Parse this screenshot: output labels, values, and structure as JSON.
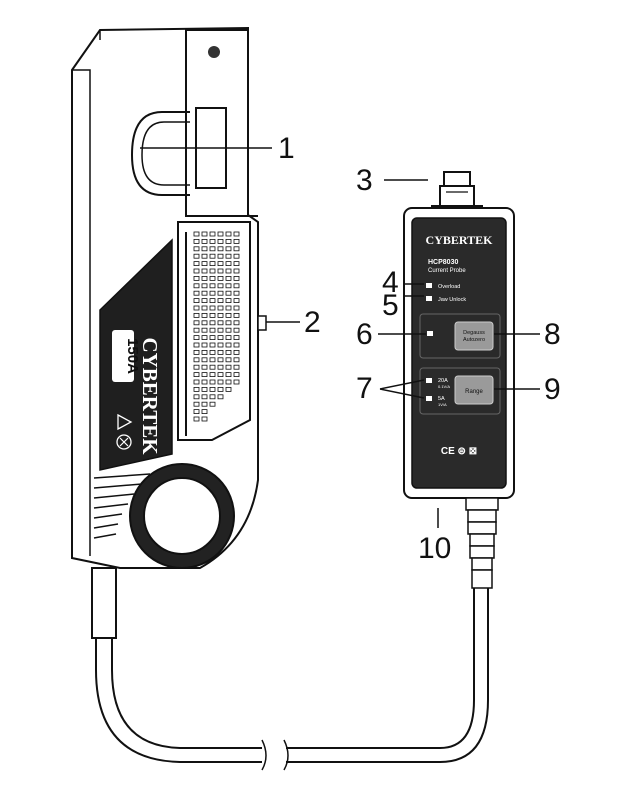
{
  "callouts": [
    {
      "id": "1",
      "label": "1"
    },
    {
      "id": "2",
      "label": "2"
    },
    {
      "id": "3",
      "label": "3"
    },
    {
      "id": "4",
      "label": "4"
    },
    {
      "id": "5",
      "label": "5"
    },
    {
      "id": "6",
      "label": "6"
    },
    {
      "id": "7",
      "label": "7"
    },
    {
      "id": "8",
      "label": "8"
    },
    {
      "id": "9",
      "label": "9"
    },
    {
      "id": "10",
      "label": "10"
    }
  ],
  "clamp": {
    "brand": "CYBERTEK",
    "rating": "150A",
    "icon_names": [
      "triangle-warning-icon",
      "double-insulation-icon"
    ]
  },
  "box": {
    "brand": "CYBERTEK",
    "model": "HCP8030",
    "subtitle": "Current Probe",
    "led_overload": "Overload",
    "led_jaw": "Jaw Unlock",
    "demag_line1": "Degauss",
    "demag_line2": "Autozero",
    "range_top": "20A",
    "range_top_sub": "0.1V/A",
    "range_bottom": "5A",
    "range_bottom_sub": "1V/A",
    "range_button": "Range",
    "cert_marks": "CE ⊜ ⊠"
  },
  "colors": {
    "ink": "#111111",
    "panel": "#2b2b2b",
    "button": "#9a9a9a"
  }
}
